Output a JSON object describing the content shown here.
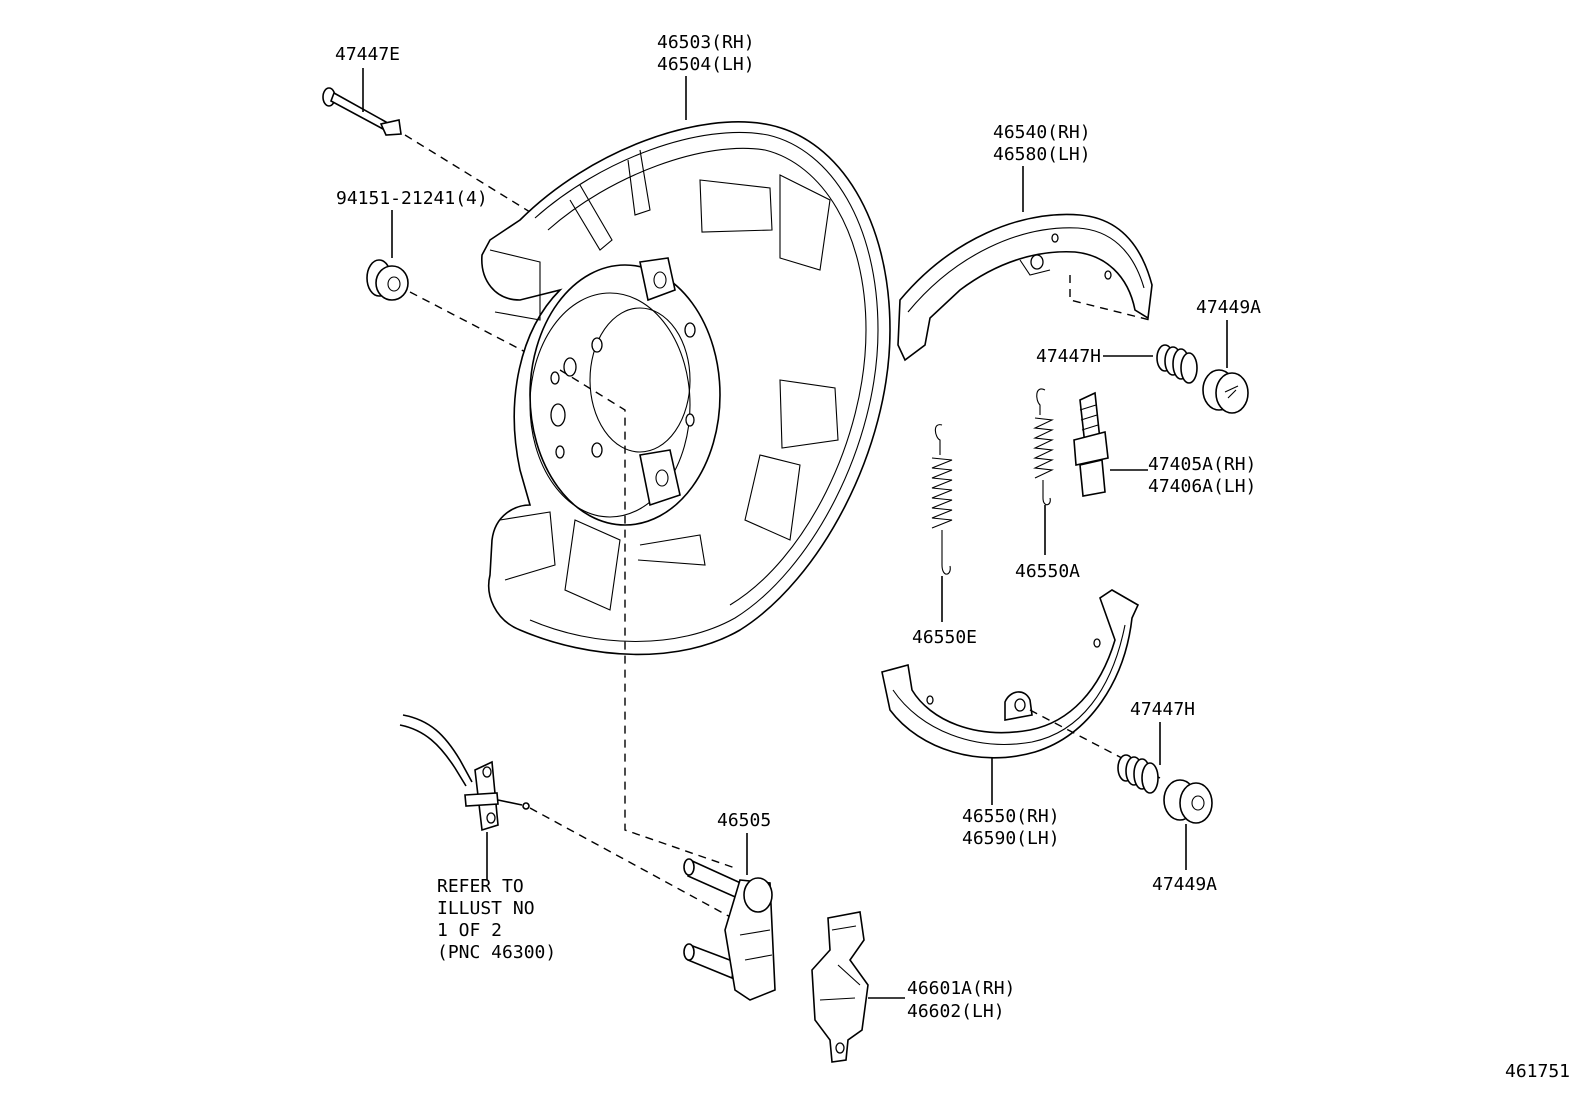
{
  "diagram_id": "461751",
  "labels": {
    "bolt": "47447E",
    "plate_rh": "46503(RH)",
    "plate_lh": "46504(LH)",
    "grommet": "94151-21241(4)",
    "shoe_upper_rh": "46540(RH)",
    "shoe_upper_lh": "46580(LH)",
    "cap_upper": "47449A",
    "spring_upper": "47447H",
    "adjuster_rh": "47405A(RH)",
    "adjuster_lh": "47406A(LH)",
    "spring_a": "46550A",
    "spring_e": "46550E",
    "shoe_lower_rh": "46550(RH)",
    "shoe_lower_lh": "46590(LH)",
    "spring_lower": "47447H",
    "cap_lower": "47449A",
    "lever": "46505",
    "strut_rh": "46601A(RH)",
    "strut_lh": "46602(LH)"
  },
  "reference_note": {
    "line1": "REFER TO",
    "line2": "ILLUST NO",
    "line3": "1 OF 2",
    "line4": "(PNC 46300)"
  }
}
